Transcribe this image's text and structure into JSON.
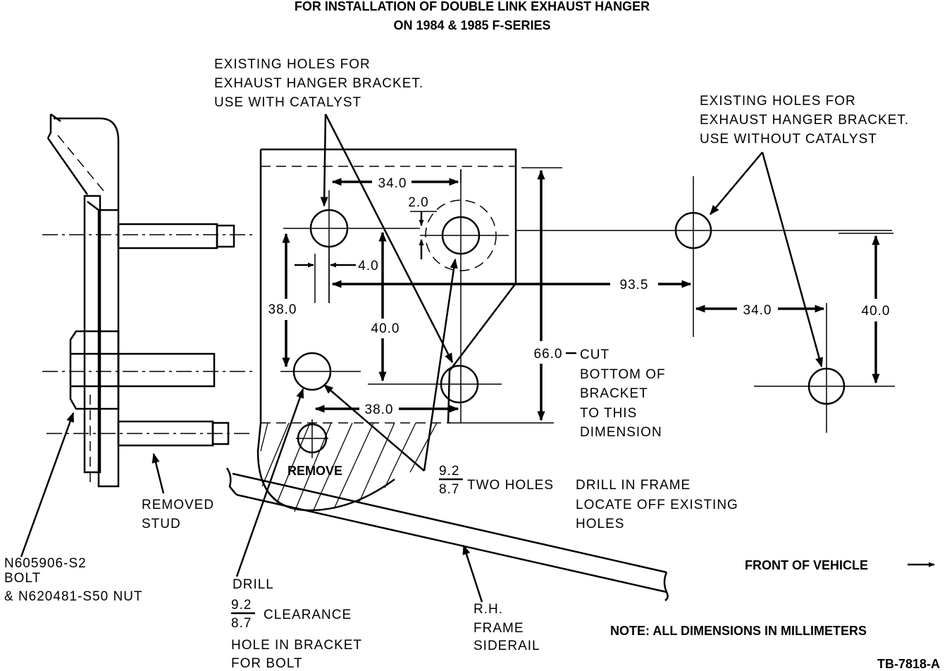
{
  "title": {
    "line1": "FOR INSTALLATION OF DOUBLE LINK EXHAUST HANGER",
    "line2": "ON 1984 & 1985 F-SERIES"
  },
  "callouts": {
    "holes_with_catalyst": [
      "EXISTING HOLES FOR",
      "EXHAUST HANGER BRACKET.",
      "USE WITH CATALYST"
    ],
    "holes_without_catalyst": [
      "EXISTING HOLES FOR",
      "EXHAUST HANGER BRACKET.",
      "USE WITHOUT CATALYST"
    ],
    "cut_note": [
      "CUT",
      "BOTTOM OF",
      "BRACKET",
      "TO THIS",
      "DIMENSION"
    ],
    "remove": "REMOVE",
    "removed_stud": [
      "REMOVED",
      "STUD"
    ],
    "bolt": [
      "N605906-S2",
      "BOLT",
      "& N620481-S50 NUT"
    ],
    "drill_clearance": {
      "line1": "DRILL",
      "numerator": "9.2",
      "denominator": "8.7",
      "line2": "CLEARANCE",
      "line3": "HOLE IN BRACKET",
      "line4": "FOR BOLT"
    },
    "two_holes": {
      "numerator": "9.2",
      "denominator": "8.7",
      "text": "TWO HOLES",
      "drill": [
        "DRILL IN FRAME",
        "LOCATE OFF EXISTING",
        "HOLES"
      ]
    },
    "frame_siderail": [
      "R.H.",
      "FRAME",
      "SIDERAIL"
    ],
    "front_of_vehicle": "FRONT OF VEHICLE",
    "note": "NOTE:  ALL DIMENSIONS IN MILLIMETERS",
    "figure_id": "TB-7818-A"
  },
  "dimensions": {
    "top_spacing": "34.0",
    "offset_small": "2.0",
    "edge_offset": "4.0",
    "left_vertical": "38.0",
    "center_vertical": "40.0",
    "bottom_spacing": "38.0",
    "bracket_cut": "66.0",
    "frame_offset": "93.5",
    "right_spacing": "34.0",
    "right_vertical": "40.0"
  }
}
